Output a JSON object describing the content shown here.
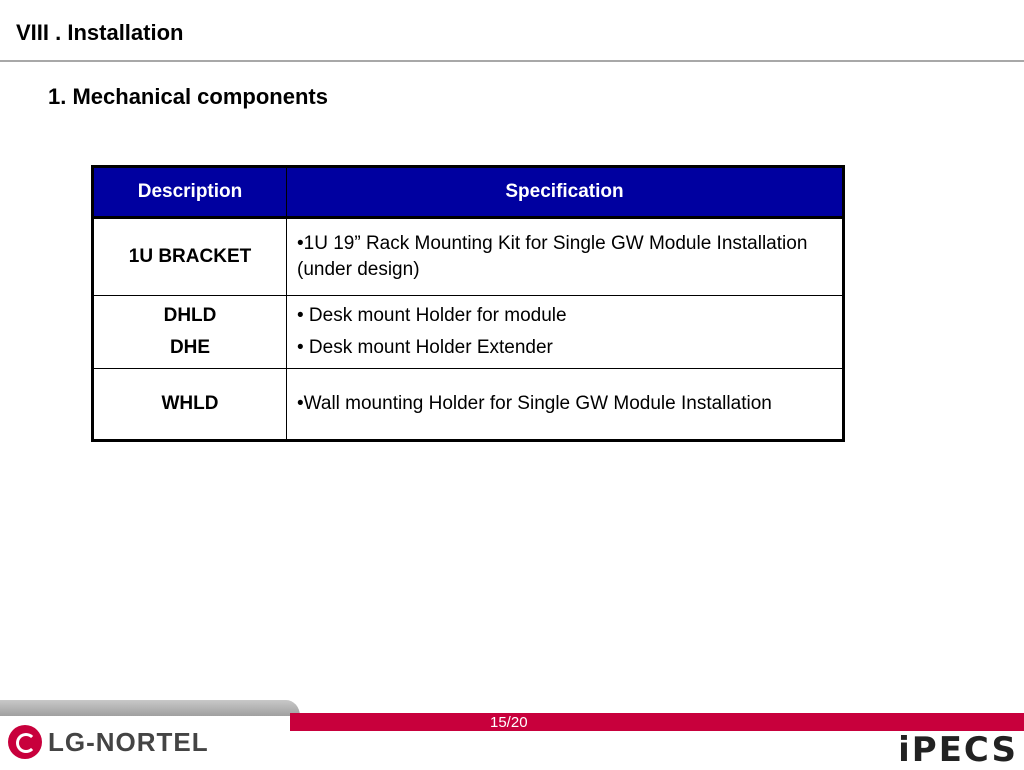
{
  "header": {
    "section_title": "VIII . Installation",
    "subtitle": "1. Mechanical components"
  },
  "table": {
    "headers": [
      "Description",
      "Specification"
    ],
    "rows": [
      {
        "description": [
          "1U BRACKET"
        ],
        "specification": [
          "•1U 19” Rack Mounting Kit for Single GW Module Installation  (under design)"
        ]
      },
      {
        "description": [
          "DHLD",
          "DHE"
        ],
        "specification": [
          "• Desk mount Holder for module",
          "• Desk mount Holder Extender"
        ]
      },
      {
        "description": [
          "WHLD"
        ],
        "specification": [
          "•Wall mounting Holder for Single GW Module Installation"
        ]
      }
    ]
  },
  "footer": {
    "page": "15/20",
    "logo_left": "LG-NORTEL",
    "logo_right": "iPECS"
  },
  "colors": {
    "header_bg": "#0000a0",
    "footer_red": "#c8003c",
    "footer_gray": "#a8a8a8"
  }
}
